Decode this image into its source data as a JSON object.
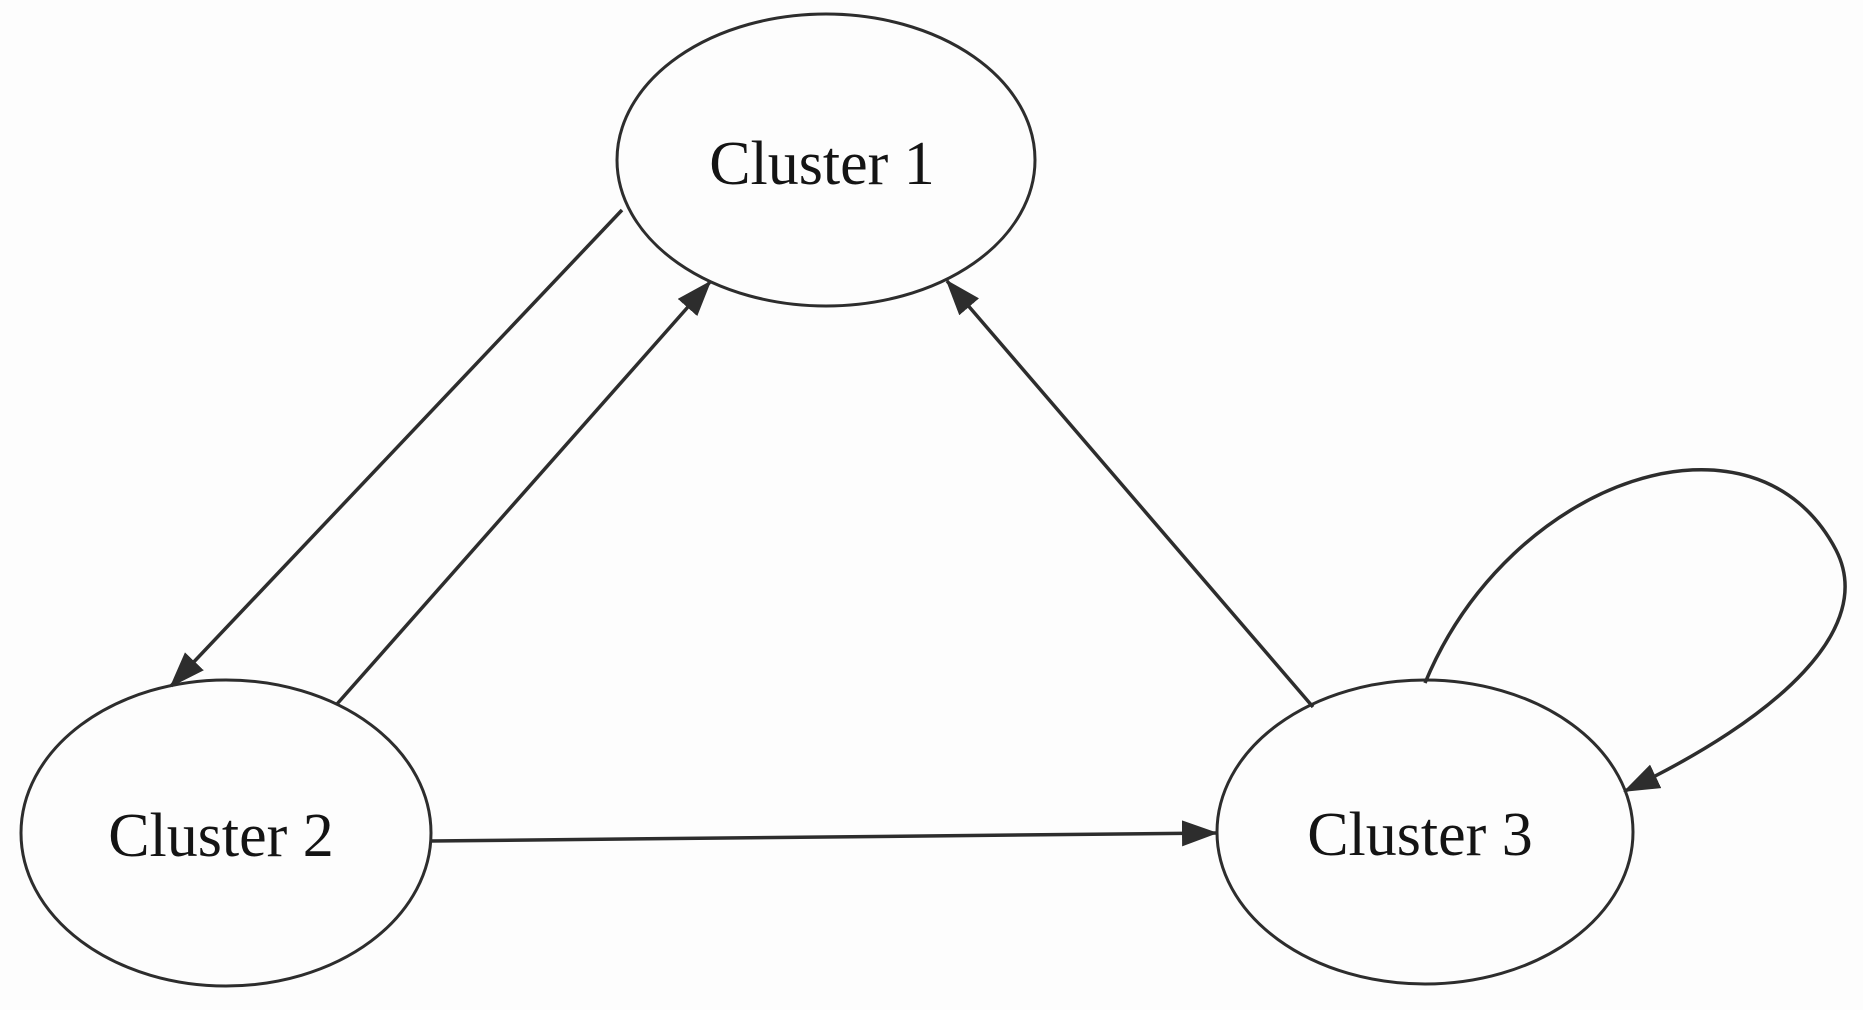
{
  "page": {
    "background_color": "#fdfdfd"
  },
  "diagram": {
    "type": "directed-graph",
    "stroke_color": "#2d2d2d",
    "text_color": "#141414",
    "nodes": [
      {
        "id": "cluster-1",
        "label": "Cluster 1"
      },
      {
        "id": "cluster-2",
        "label": "Cluster 2"
      },
      {
        "id": "cluster-3",
        "label": "Cluster 3"
      }
    ],
    "edges": [
      {
        "from": "cluster-1",
        "to": "cluster-2",
        "arrow": "at-cluster-2"
      },
      {
        "from": "cluster-2",
        "to": "cluster-1",
        "arrow": "at-cluster-1"
      },
      {
        "from": "cluster-3",
        "to": "cluster-1",
        "arrow": "at-cluster-1"
      },
      {
        "from": "cluster-2",
        "to": "cluster-3",
        "arrow": "at-cluster-3"
      },
      {
        "from": "cluster-3",
        "to": "cluster-3",
        "arrow": "self-loop",
        "self_loop": true
      }
    ]
  }
}
